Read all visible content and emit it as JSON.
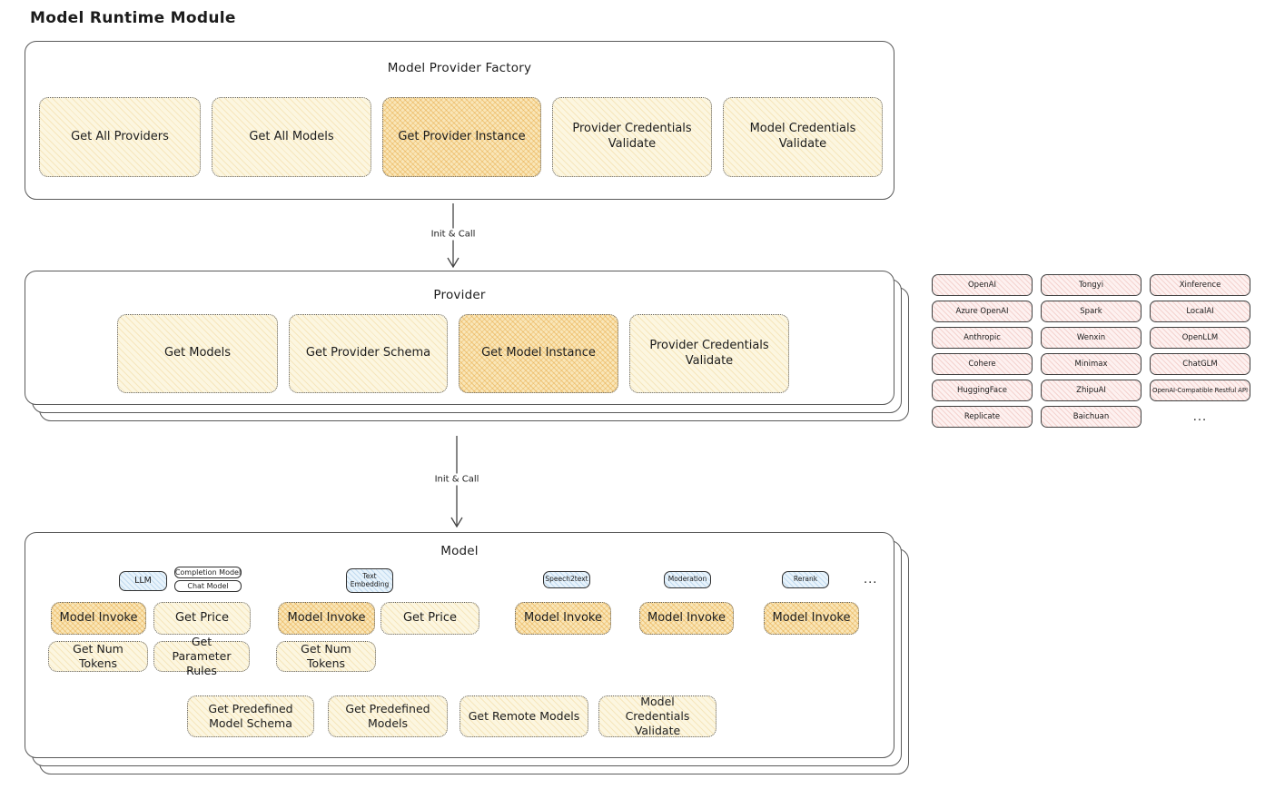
{
  "title": "Model Runtime Module",
  "arrows": {
    "init_call_1": "Init & Call",
    "init_call_2": "Init & Call"
  },
  "factory": {
    "title": "Model Provider Factory",
    "items": [
      "Get All Providers",
      "Get All Models",
      "Get Provider Instance",
      "Provider Credentials Validate",
      "Model Credentials Validate"
    ]
  },
  "provider": {
    "title": "Provider",
    "items": [
      "Get Models",
      "Get Provider Schema",
      "Get Model Instance",
      "Provider Credentials Validate"
    ]
  },
  "providers_list": {
    "items": [
      "OpenAI",
      "Tongyi",
      "Xinference",
      "Azure OpenAI",
      "Spark",
      "LocalAI",
      "Anthropic",
      "Wenxin",
      "OpenLLM",
      "Cohere",
      "Minimax",
      "ChatGLM",
      "HuggingFace",
      "ZhipuAI",
      "OpenAI-Compatible Restful API",
      "Replicate",
      "Baichuan"
    ],
    "more": "..."
  },
  "model": {
    "title": "Model",
    "tabs": {
      "llm": "LLM",
      "completion_model": "Completion Model",
      "chat_model": "Chat Model",
      "text_embedding": "Text Embedding",
      "speech2text": "Speech2text",
      "moderation": "Moderation",
      "rerank": "Rerank",
      "more": "..."
    },
    "functions": {
      "model_invoke": "Model Invoke",
      "get_price": "Get Price",
      "get_num_tokens": "Get Num Tokens",
      "get_parameter_rules": "Get Parameter Rules"
    },
    "bottom": [
      "Get Predefined Model Schema",
      "Get Predefined Models",
      "Get Remote Models",
      "Model Credentials Validate"
    ]
  },
  "colors": {
    "function_fill": "#fcf6e0",
    "function_highlight": "#f9e6b8",
    "tab_blue": "#e8f3fb",
    "provider_pink": "#fdf1f0",
    "stroke": "#5a5a5a"
  }
}
